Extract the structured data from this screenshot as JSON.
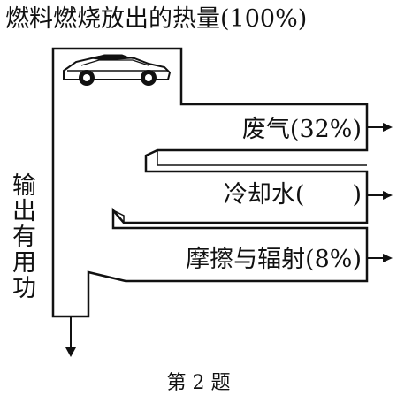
{
  "title": "燃料燃烧放出的热量(100%)",
  "flows": {
    "exhaust": "废气(32%)",
    "cooling_water": "冷却水(　　)",
    "friction_radiation": "摩擦与辐射(8%)",
    "useful_work": "输出有用功"
  },
  "caption": "第 2 题",
  "icons": {
    "car": "car-icon",
    "arrow": "right-arrow-icon"
  },
  "colors": {
    "ink": "#111111",
    "background": "#ffffff"
  }
}
